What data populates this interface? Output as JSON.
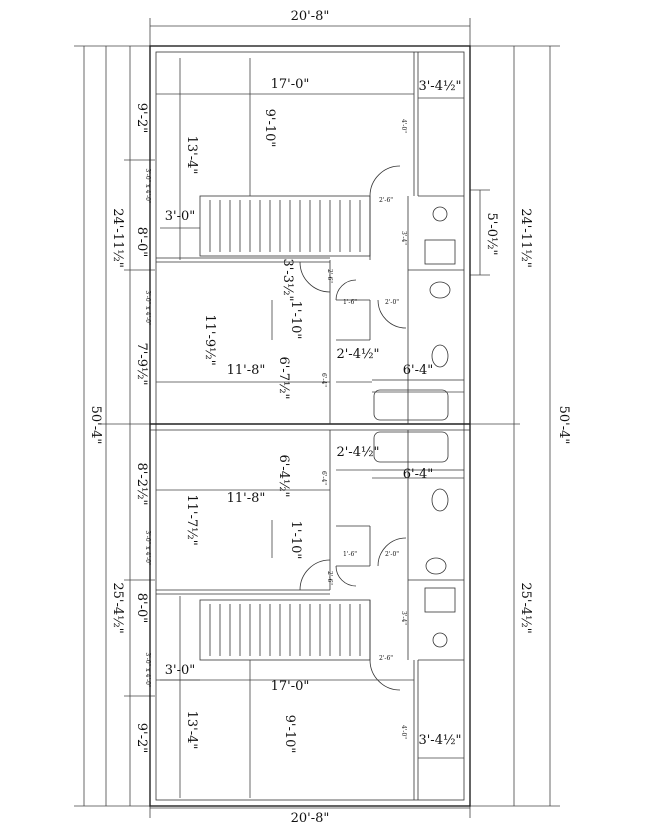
{
  "dims": {
    "top_width": "20'-8\"",
    "bottom_width": "20'-8\"",
    "overall_left": "50'-4\"",
    "overall_right": "50'-4\"",
    "unit_top_left": "24'-11½\"",
    "unit_top_right": "24'-11½\"",
    "unit_bottom_left": "25'-4½\"",
    "unit_bottom_right": "25'-4½\"",
    "seg_9_2_top": "9'-2\"",
    "seg_8_0_top": "8'-0\"",
    "seg_7_9": "7'-9½\"",
    "seg_8_2": "8'-2½\"",
    "seg_8_0_bottom": "8'-0\"",
    "seg_9_2_bottom": "9'-2\"",
    "room_17_0_top": "17'-0\"",
    "room_17_0_bottom": "17'-0\"",
    "room_13_4_top": "13'-4\"",
    "room_13_4_bottom": "13'-4\"",
    "room_9_10_top": "9'-10\"",
    "room_9_10_bottom": "9'-10\"",
    "closet_3_4_top": "3'-4½\"",
    "closet_3_4_bottom": "3'-4½\"",
    "stair_3_0_top": "3'-0\"",
    "stair_3_0_bottom": "3'-0\"",
    "dim_5_0": "5'-0½\"",
    "dim_3_3": "3'-3½\"",
    "dim_1_10_top": "1'-10\"",
    "dim_1_10_bottom": "1'-10\"",
    "dim_11_9": "11'-9½\"",
    "dim_11_7": "11'-7½\"",
    "dim_11_8_top": "11'-8\"",
    "dim_11_8_bottom": "11'-8\"",
    "dim_6_7": "6'-7½\"",
    "dim_6_4": "6'-4½\"",
    "dim_2_4_top": "2'-4½\"",
    "dim_2_4_bottom": "2'-4½\"",
    "dim_6_4_bath_top": "6'-4\"",
    "dim_6_4_bath_bottom": "6'-4\""
  },
  "small_labels": {
    "window": "3'-0\" x 4'-0\"",
    "door_2_6": "2'-6\"",
    "door_2_0": "2'-0\"",
    "door_1_6": "1'-6\"",
    "w_2_6": "2'-6\"",
    "w_3_4": "3'-4\"",
    "w_6_4": "6'-4\"",
    "w_4_0": "4'-0\""
  }
}
